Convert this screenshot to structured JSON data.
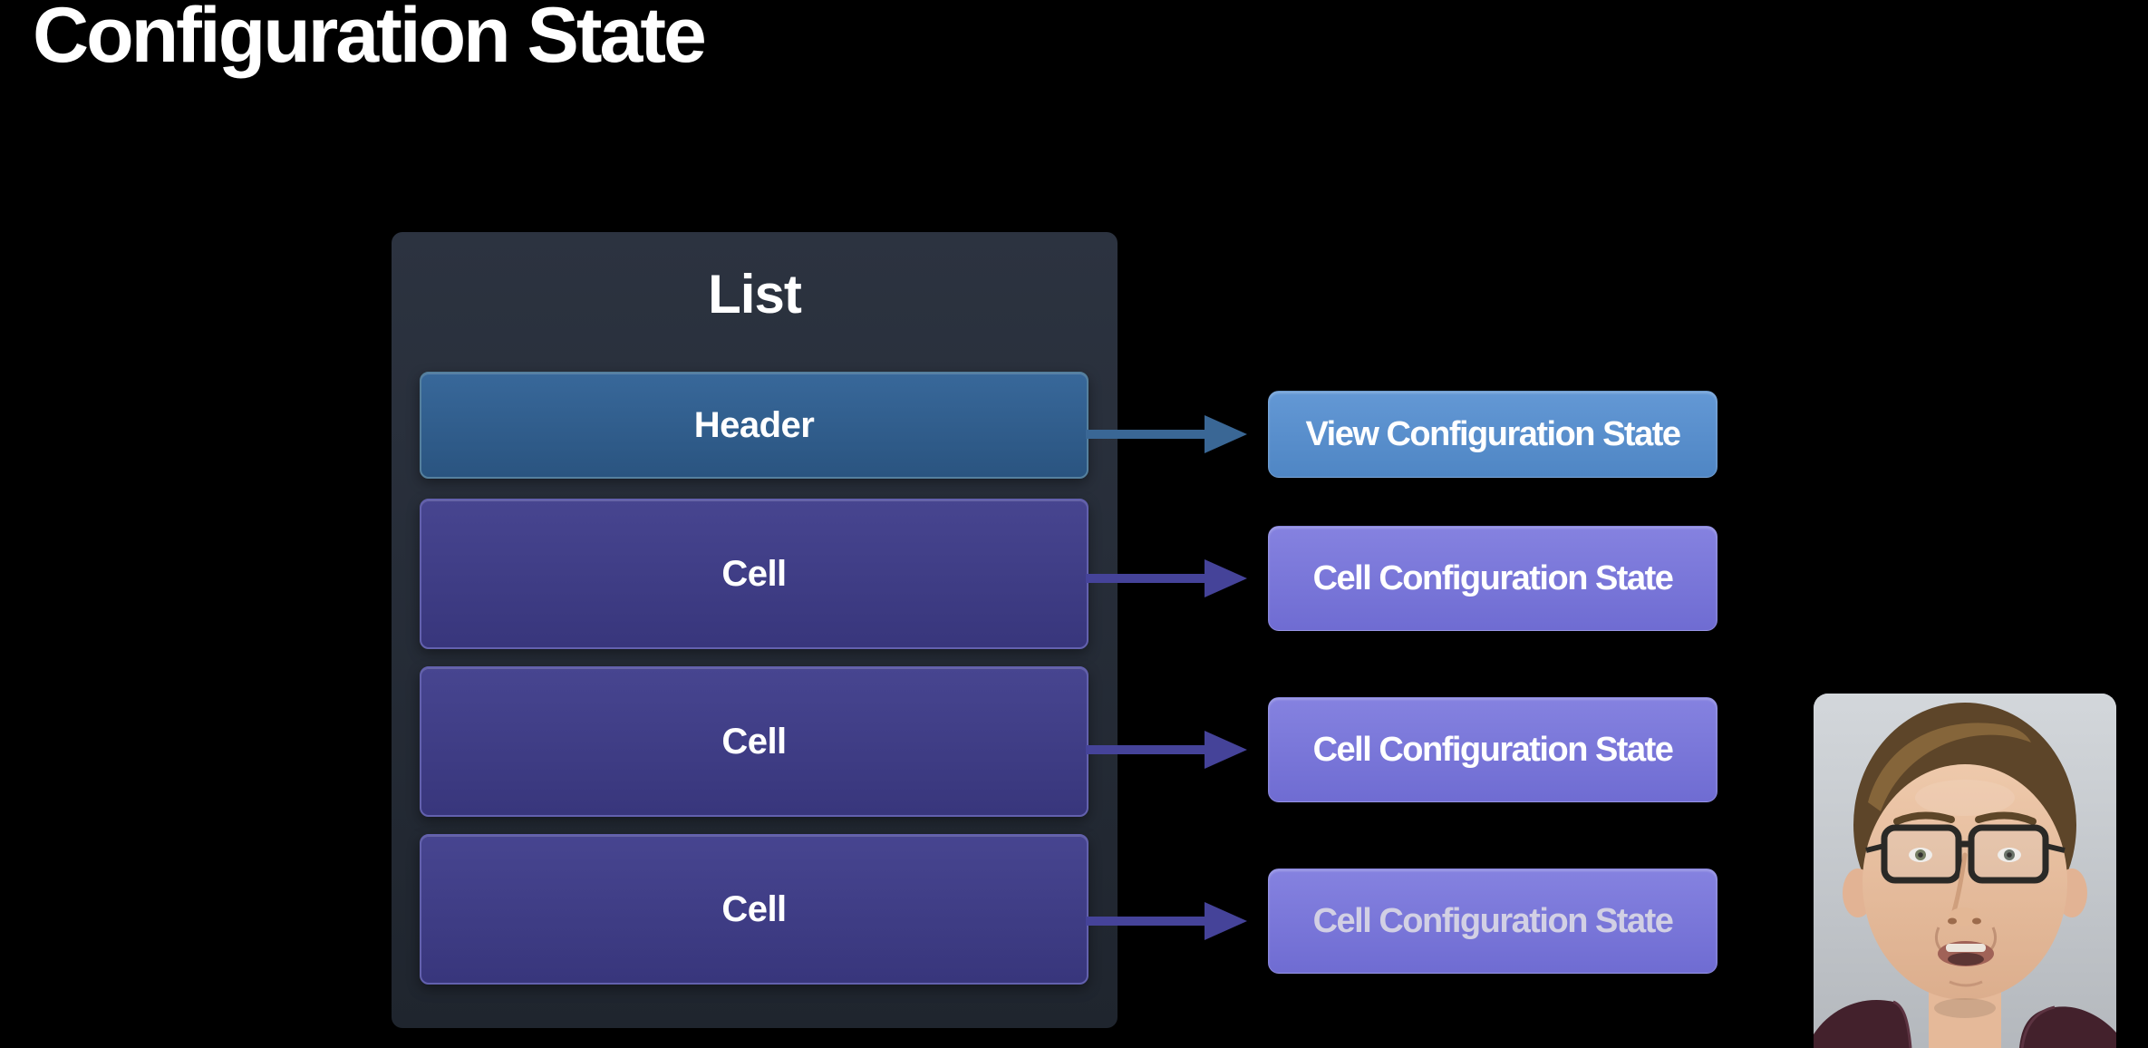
{
  "slide_title": "Configuration State",
  "list_panel": {
    "title": "List",
    "rows": [
      {
        "label": "Header"
      },
      {
        "label": "Cell"
      },
      {
        "label": "Cell"
      },
      {
        "label": "Cell"
      }
    ]
  },
  "state_boxes": [
    {
      "label": "View Configuration State"
    },
    {
      "label": "Cell Configuration State"
    },
    {
      "label": "Cell Configuration State"
    },
    {
      "label": "Cell Configuration State"
    }
  ],
  "presenter_video": {
    "alt": "Presenter headshot, man with glasses and dark red shirt"
  },
  "colors": {
    "background": "#000000",
    "title_text": "#ffffff",
    "panel_bg_top": "#2c3340",
    "panel_bg_bottom": "#1f252e",
    "header_row_top": "#38689a",
    "header_row_bottom": "#2a5480",
    "header_row_border": "#55809e",
    "cell_row_top": "#474590",
    "cell_row_bottom": "#38367c",
    "cell_row_border": "#6361ae",
    "arrow_blue": "#3a6795",
    "arrow_purple": "#454399",
    "view_box_top": "#6398d5",
    "view_box_bottom": "#4f86c4",
    "cell_box_top": "#8582e0",
    "cell_box_bottom": "#6f6cd2",
    "box_text": "#ffffff",
    "box_text_dim": "#d2d0e4"
  }
}
